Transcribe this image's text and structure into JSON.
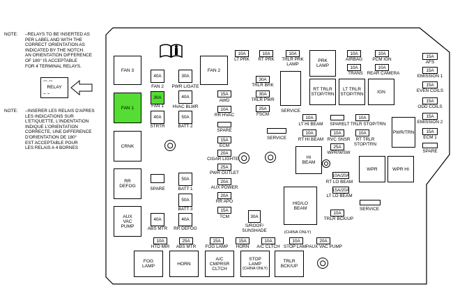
{
  "notes": {
    "en_label": "NOTE:",
    "en_text": "–RELAYS TO BE INSERTED AS\nPER LABEL AND WITH THE\nCORRECT ORIENTATION AS\nINDICATED BY THE NOTCH.\nAN ORIENTATION DIFFERENCE\nOF 180° IS ACCEPTABLE\nFOR 4 TERMINAL RELAYS.",
    "fr_label": "NOTE:",
    "fr_text": "–INSERER LES RELAIS D'APRES\nLES INDICATIONS SUR\nL'ETIQUETTE, L'INDENTATION\nINDIQUE L'ORIENTATION\nCORRECTE, UNE DIFFERENCE\nD'ORIENTATION DE 180°\nEST ACCEPTABLE POUR\nLES RELAIS A 4 BORNES",
    "relay_label": "RELAY"
  },
  "highlight_color": "#55dd33",
  "left_col": {
    "fan3": "FAN 3",
    "fan1": "FAN 1",
    "crnk": "CRNK",
    "rr_defog": "RR\nDEFOG",
    "aux_vac": "AUX\nVAC\nPUMP",
    "fan2_fuse": "40A",
    "fan2_lbl": "FAN 2",
    "fan1_fuse": "30A",
    "fan1_lbl": "FAN 1",
    "strtr_fuse": "40A",
    "strtr_lbl": "STRTR",
    "pwr_lgate_fuse": "30A",
    "pwr_lgate_lbl": "PWR L/GATE",
    "hvac_fuse": "40A",
    "hvac_lbl": "HVAC BLWR",
    "batt2_fuse": "50A",
    "batt2_lbl": "BATT 2",
    "spare_lbl": "SPARE",
    "batt1_fuse": "50A",
    "batt1_lbl": "BATT 1",
    "batt3_fuse": "50A",
    "batt3_lbl": "BATT 3",
    "abs_mtr_fuse": "40A",
    "abs_mtr_lbl": "ABS MTR",
    "rr_defog_fuse": "40A",
    "rr_defog_lbl": "RR DEFOG",
    "fan2_relay": "FAN 2"
  },
  "top_row": {
    "lt_prk": "10A",
    "lt_prk_lbl": "LT PRK",
    "rt_prk": "10A",
    "rt_prk_lbl": "RT PRK",
    "tlr_prk": "10A",
    "tlr_prk_lbl": "TRLR PRK\nLAMP",
    "prk_lamp": "PRK\nLAMP"
  },
  "center_col": {
    "awd": "15A",
    "awd_lbl": "AWD",
    "rr_hvac": "10A",
    "rr_hvac_lbl": "RR HVAC",
    "spare_lbl": "SPARE",
    "ecm": "15A",
    "ecm_lbl": "ECM",
    "cig": "20A",
    "cig_lbl": "CIGAR LIGHTER",
    "pwr_outlet": "25A",
    "pwr_outlet_lbl": "PWR OUTLET",
    "aux_power": "20A",
    "aux_power_lbl": "AUX POWER",
    "rr_apo": "20A",
    "rr_apo_lbl": "RR APO",
    "tcm": "15A",
    "tcm_lbl": "TCM",
    "trlr_brk": "30A",
    "trlr_brk_lbl": "TRLR BRK",
    "trlr_pwr": "30A",
    "trlr_pwr_lbl": "TRLR PWR",
    "fscm": "25A",
    "fscm_lbl": "FSCM",
    "sroof": "30A",
    "sroof_lbl": "S/ROOF/\nSUNSHADE",
    "service_lbl": "SERVICE"
  },
  "right_block": {
    "rt_trlr": "RT TRLR\nSTOP/TRN",
    "lt_trlr": "LT TRLR\nSTOP/TRN",
    "ign": "IGN",
    "service_lbl": "SERVICE",
    "airbag": "10A",
    "airbag_lbl": "AIRBAG",
    "pcm_ign": "10A",
    "pcm_ign_lbl": "PCM IGN",
    "trans": "10A",
    "trans_lbl": "TRANS",
    "rear_cam": "10A",
    "rear_cam_lbl": "REAR CAMERA",
    "lt_hi_beam": "10A",
    "lt_hi_beam_lbl": "LT HI BEAM",
    "spare_lbl": "SPARE",
    "lt_trlr_fuse": "10A",
    "lt_trlr_fuse_lbl": "LT TRLR STOP/TRN",
    "rt_hi_beam": "10A",
    "rt_hi_beam_lbl": "RT HI BEAM",
    "rvc_snsr": "10A",
    "rvc_snsr_lbl": "RVC SNSR",
    "rt_trlr_fuse": "10A",
    "rt_trlr_fuse_lbl": "RT TRLR\nSTOP/TRN",
    "wpr_wsw": "25A",
    "wpr_wsw_lbl": "WPR/WSW",
    "hi_beam": "HI\nBEAM",
    "service2_lbl": "SERVICE",
    "rt_lo_beam": "10A/20A",
    "rt_lo_beam_lbl": "RT LO BEAM",
    "lt_lo_beam": "15A/20A",
    "lt_lo_beam_lbl": "LT LO BEAM",
    "hid_lo_beam": "HID/LO\nBEAM",
    "trlr_bck": "10A",
    "trlr_bck_lbl": "TRLR BCK/UP",
    "service3_lbl": "SERVICE",
    "wpr": "WPR",
    "wpr_hi": "WPR HI",
    "pwr_trn": "PWR/TRN"
  },
  "far_right": {
    "afs": "15A",
    "afs_lbl": "AFS",
    "emission1": "15A",
    "emission1_lbl": "EMISSION 1",
    "even_coils": "15A",
    "even_coils_lbl": "EVEN COILS",
    "odd_coils": "15A",
    "odd_coils_lbl": "ODD COILS",
    "emission2": "15A",
    "emission2_lbl": "EMISSION 2",
    "ecm1": "15A",
    "ecm1_lbl": "ECM 1",
    "spare_lbl": "SPARE"
  },
  "bottom_row": {
    "htd_mir": "10A",
    "htd_mir_lbl": "HTD MIR",
    "abs_mtr": "25A",
    "abs_mtr_lbl": "ABS MTR",
    "fog": "15A",
    "fog_lbl": "FOG LAMP",
    "horn": "15A",
    "horn_lbl": "HORN",
    "ac_cltch": "10A",
    "ac_cltch_lbl": "A/C CLTCH",
    "china_top": "(CHINA ONLY)",
    "stop_lamp": "10A",
    "stop_lamp_lbl": "STOP LAMP",
    "aux_vac": "20A",
    "aux_vac_lbl": "AUX VAC PUMP",
    "fog_relay": "FOG\nLAMP",
    "horn_relay": "HORN",
    "ac_relay": "A/C\nCMPRSR\nCLTCH",
    "stop_relay": "STOP\nLAMP",
    "stop_relay_sub": "(CHINA ONLY)",
    "trlr_relay": "TRLR\nBCK/UP"
  }
}
